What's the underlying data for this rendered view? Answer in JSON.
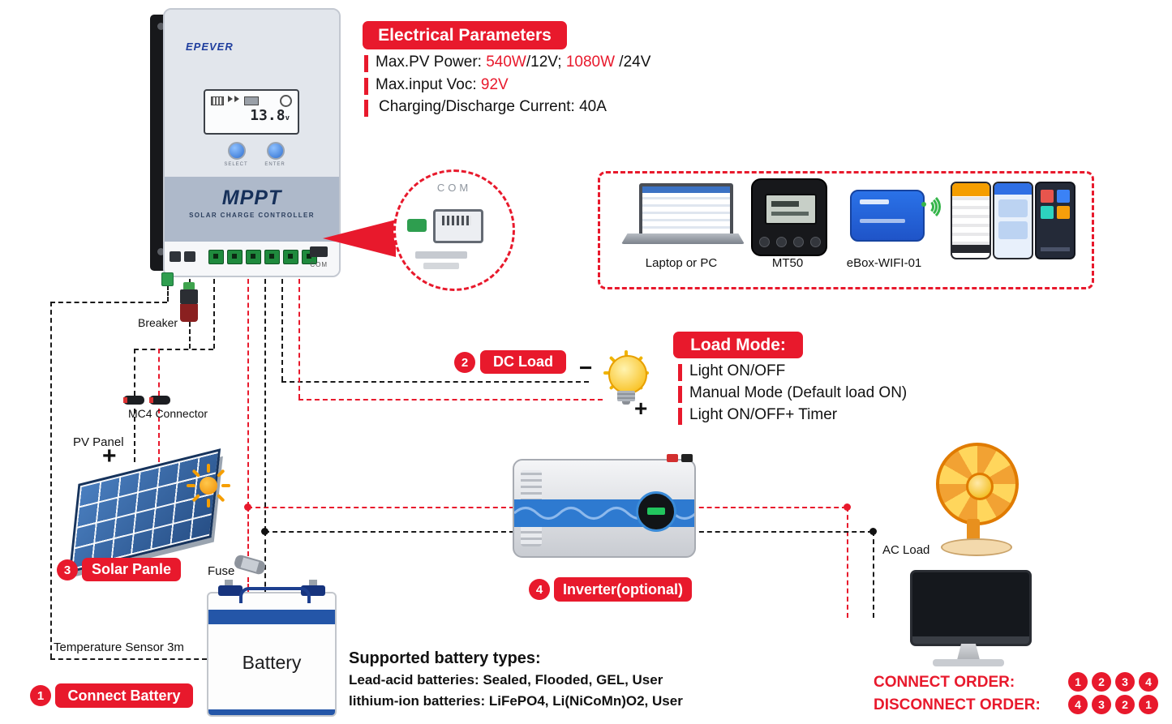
{
  "colors": {
    "accent_red": "#e8192c"
  },
  "controller": {
    "brand": "EPEVER",
    "lcd_value": "13.8",
    "lcd_unit": "v",
    "select": "SELECT",
    "enter": "ENTER",
    "title": "MPPT",
    "subtitle": "SOLAR CHARGE CONTROLLER",
    "com": "COM"
  },
  "electrical_parameters": {
    "title": "Electrical Parameters",
    "line1": {
      "t1": "Max.PV Power: ",
      "r1": "540W",
      "t2": "/12V; ",
      "r2": "1080W",
      "t3": " /24V"
    },
    "line2": {
      "t1": "Max.input Voc: ",
      "r1": "92V"
    },
    "line3": "Charging/Discharge Current: 40A"
  },
  "com_zoom": {
    "label": "COM"
  },
  "devices": {
    "laptop": "Laptop or PC",
    "mt50": "MT50",
    "ebox": "eBox-WIFI-01"
  },
  "load_mode": {
    "title": "Load Mode:",
    "items": [
      "Light ON/OFF",
      "Manual Mode (Default load ON)",
      "Light ON/OFF+ Timer"
    ]
  },
  "dc_load": {
    "number": "2",
    "label": "DC Load",
    "minus": "−",
    "plus": "+"
  },
  "pv": {
    "breaker": "Breaker",
    "mc4": "MC4 Connector",
    "panel": "PV Panel",
    "plus": "+"
  },
  "solar_badge": {
    "number": "3",
    "label": "Solar Panle"
  },
  "battery_section": {
    "fuse": "Fuse",
    "battery": "Battery",
    "temp_sensor": "Temperature Sensor 3m",
    "number": "1",
    "label": "Connect Battery"
  },
  "inverter_badge": {
    "number": "4",
    "label": "Inverter(optional)"
  },
  "ac": {
    "label": "AC Load"
  },
  "battery_types": {
    "title": "Supported battery types:",
    "lines": [
      "Lead-acid batteries: Sealed, Flooded, GEL, User",
      "lithium-ion batteries: LiFePO4, Li(NiCoMn)O2, User"
    ]
  },
  "orders": {
    "connect_label": "CONNECT ORDER:",
    "connect": [
      "1",
      "2",
      "3",
      "4"
    ],
    "disconnect_label": "DISCONNECT ORDER:",
    "disconnect": [
      "4",
      "3",
      "2",
      "1"
    ]
  }
}
